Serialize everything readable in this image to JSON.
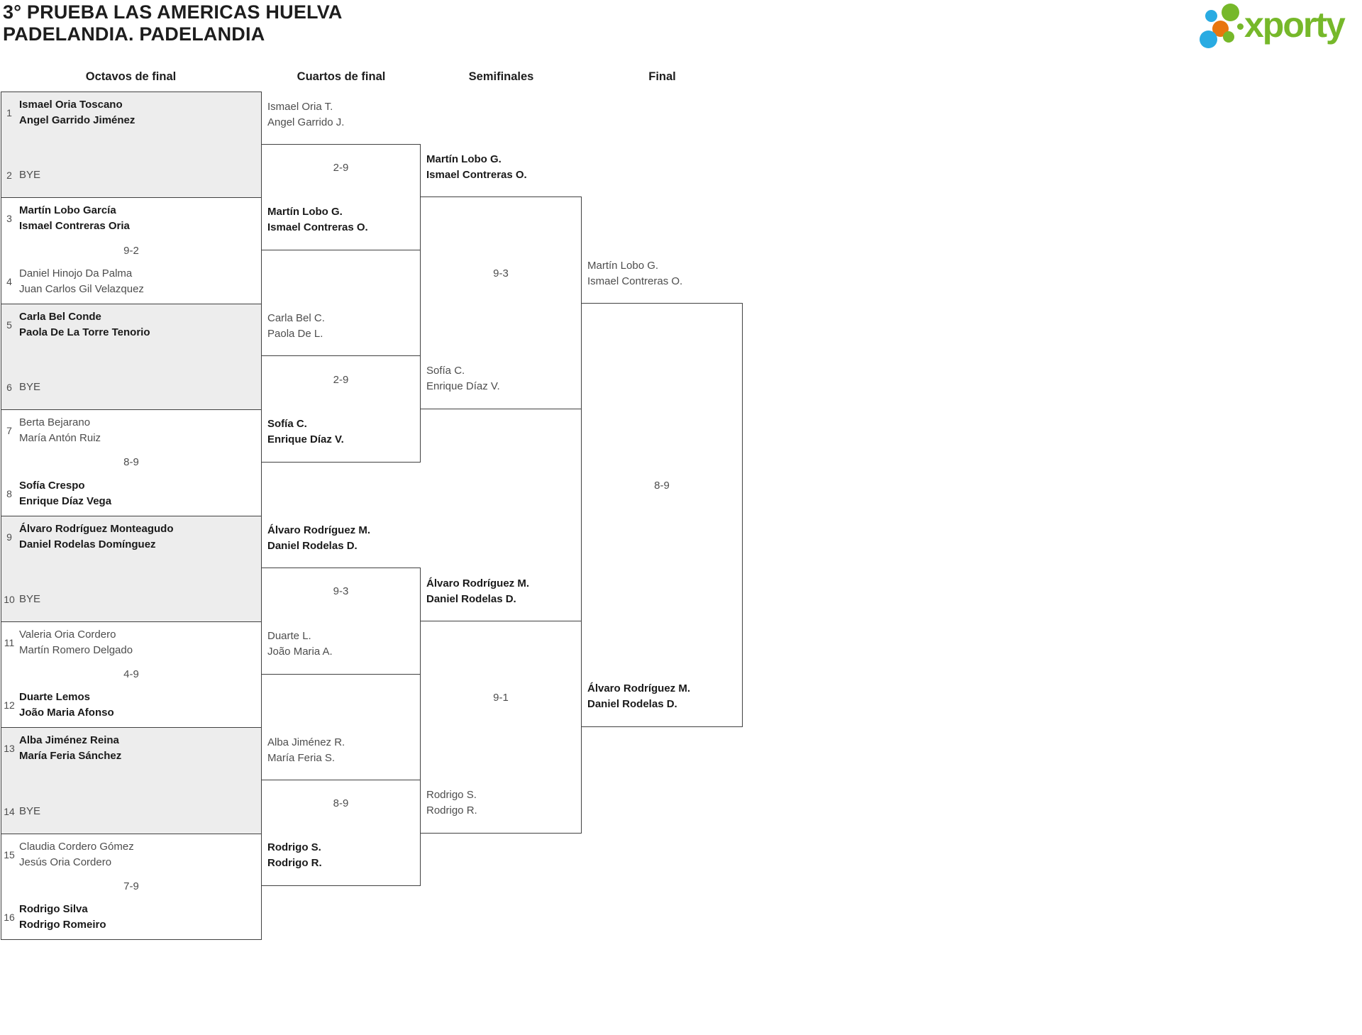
{
  "title": {
    "line1": "3° PRUEBA LAS AMERICAS HUELVA",
    "line2": "PADELANDIA. PADELANDIA"
  },
  "logo": {
    "brand": "xporty",
    "green": "#76b82a",
    "blue": "#29abe2",
    "orange": "#e8760d"
  },
  "columns": [
    {
      "label": "Octavos de final"
    },
    {
      "label": "Cuartos de final"
    },
    {
      "label": "Semifinales"
    },
    {
      "label": "Final"
    }
  ],
  "rounds": [
    {
      "name": "Octavos de final",
      "matches": [
        {
          "kind": "bye",
          "score": "",
          "teams": [
            {
              "seed": "1",
              "players": [
                "Ismael Oria Toscano",
                "Angel Garrido Jiménez"
              ],
              "result": "winner"
            },
            {
              "seed": "2",
              "players": [
                "BYE"
              ],
              "result": "bye"
            }
          ]
        },
        {
          "kind": "played",
          "score": "9-2",
          "teams": [
            {
              "seed": "3",
              "players": [
                "Martín Lobo García",
                "Ismael Contreras Oria"
              ],
              "result": "winner"
            },
            {
              "seed": "4",
              "players": [
                "Daniel Hinojo Da Palma",
                "Juan Carlos Gil Velazquez"
              ],
              "result": "loser"
            }
          ]
        },
        {
          "kind": "bye",
          "score": "",
          "teams": [
            {
              "seed": "5",
              "players": [
                "Carla Bel Conde",
                "Paola De La Torre Tenorio"
              ],
              "result": "winner"
            },
            {
              "seed": "6",
              "players": [
                "BYE"
              ],
              "result": "bye"
            }
          ]
        },
        {
          "kind": "played",
          "score": "8-9",
          "teams": [
            {
              "seed": "7",
              "players": [
                "Berta Bejarano",
                "María Antón Ruiz"
              ],
              "result": "loser"
            },
            {
              "seed": "8",
              "players": [
                "Sofía Crespo",
                "Enrique Díaz Vega"
              ],
              "result": "winner"
            }
          ]
        },
        {
          "kind": "bye",
          "score": "",
          "teams": [
            {
              "seed": "9",
              "players": [
                "Álvaro Rodríguez Monteagudo",
                "Daniel Rodelas Domínguez"
              ],
              "result": "winner"
            },
            {
              "seed": "10",
              "players": [
                "BYE"
              ],
              "result": "bye"
            }
          ]
        },
        {
          "kind": "played",
          "score": "4-9",
          "teams": [
            {
              "seed": "11",
              "players": [
                "Valeria Oria Cordero",
                "Martín Romero Delgado"
              ],
              "result": "loser"
            },
            {
              "seed": "12",
              "players": [
                "Duarte Lemos",
                "João Maria Afonso"
              ],
              "result": "winner"
            }
          ]
        },
        {
          "kind": "bye",
          "score": "",
          "teams": [
            {
              "seed": "13",
              "players": [
                "Alba Jiménez Reina",
                "María Feria Sánchez"
              ],
              "result": "winner"
            },
            {
              "seed": "14",
              "players": [
                "BYE"
              ],
              "result": "bye"
            }
          ]
        },
        {
          "kind": "played",
          "score": "7-9",
          "teams": [
            {
              "seed": "15",
              "players": [
                "Claudia Cordero Gómez",
                "Jesús Oria Cordero"
              ],
              "result": "loser"
            },
            {
              "seed": "16",
              "players": [
                "Rodrigo Silva",
                "Rodrigo Romeiro"
              ],
              "result": "winner"
            }
          ]
        }
      ]
    },
    {
      "name": "Cuartos de final",
      "matches": [
        {
          "kind": "played",
          "score": "2-9",
          "teams": [
            {
              "players": [
                "Ismael Oria T.",
                "Angel Garrido J."
              ],
              "result": "loser"
            },
            {
              "players": [
                "Martín Lobo G.",
                "Ismael Contreras O."
              ],
              "result": "winner"
            }
          ]
        },
        {
          "kind": "played",
          "score": "2-9",
          "teams": [
            {
              "players": [
                "Carla Bel C.",
                "Paola De L."
              ],
              "result": "loser"
            },
            {
              "players": [
                "Sofía C.",
                "Enrique Díaz V."
              ],
              "result": "winner"
            }
          ]
        },
        {
          "kind": "played",
          "score": "9-3",
          "teams": [
            {
              "players": [
                "Álvaro Rodríguez M.",
                "Daniel Rodelas D."
              ],
              "result": "winner"
            },
            {
              "players": [
                "Duarte L.",
                "João Maria A."
              ],
              "result": "loser"
            }
          ]
        },
        {
          "kind": "played",
          "score": "8-9",
          "teams": [
            {
              "players": [
                "Alba Jiménez R.",
                "María Feria S."
              ],
              "result": "loser"
            },
            {
              "players": [
                "Rodrigo S.",
                "Rodrigo R."
              ],
              "result": "winner"
            }
          ]
        }
      ]
    },
    {
      "name": "Semifinales",
      "matches": [
        {
          "kind": "played",
          "score": "9-3",
          "teams": [
            {
              "players": [
                "Martín Lobo G.",
                "Ismael Contreras O."
              ],
              "result": "winner"
            },
            {
              "players": [
                "Sofía C.",
                "Enrique Díaz V."
              ],
              "result": "loser"
            }
          ]
        },
        {
          "kind": "played",
          "score": "9-1",
          "teams": [
            {
              "players": [
                "Álvaro Rodríguez M.",
                "Daniel Rodelas D."
              ],
              "result": "winner"
            },
            {
              "players": [
                "Rodrigo S.",
                "Rodrigo R."
              ],
              "result": "loser"
            }
          ]
        }
      ]
    },
    {
      "name": "Final",
      "matches": [
        {
          "kind": "played",
          "score": "8-9",
          "teams": [
            {
              "players": [
                "Martín Lobo G.",
                "Ismael Contreras O."
              ],
              "result": "loser"
            },
            {
              "players": [
                "Álvaro Rodríguez M.",
                "Daniel Rodelas D."
              ],
              "result": "winner"
            }
          ]
        }
      ]
    }
  ]
}
